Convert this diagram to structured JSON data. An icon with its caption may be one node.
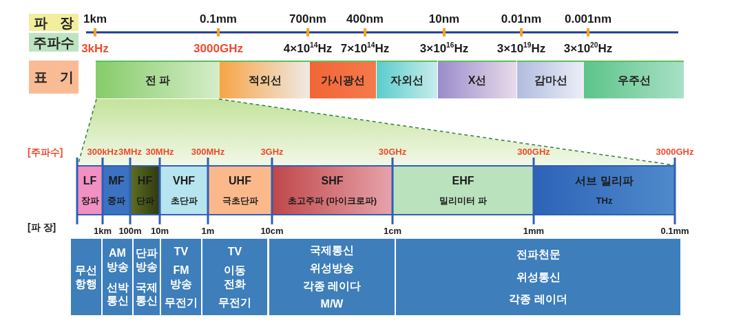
{
  "diagram": {
    "nodes": [
      {
        "text": [
          "파 장"
        ]
      },
      {
        "text": [
          "주파수"
        ]
      },
      {
        "text": [
          "표 기"
        ]
      },
      {
        "text": [
          "전 파"
        ]
      },
      {
        "text": [
          "적외선"
        ]
      },
      {
        "text": [
          "가시광선"
        ]
      },
      {
        "text": [
          "자외선"
        ]
      },
      {
        "text": [
          "X선"
        ]
      },
      {
        "text": [
          "감마선"
        ]
      },
      {
        "text": [
          "우주선"
        ]
      },
      {
        "text": [
          "LF",
          "장파"
        ]
      },
      {
        "text": [
          "MF",
          "중파"
        ]
      },
      {
        "text": [
          "HF",
          "단파"
        ]
      },
      {
        "text": [
          "VHF",
          "초단파"
        ]
      },
      {
        "text": [
          "UHF",
          "극초단파"
        ]
      },
      {
        "text": [
          "SHF",
          "초고주파 (마이크로파)"
        ]
      },
      {
        "text": [
          "EHF",
          "밀리미터 파"
        ]
      },
      {
        "text": [
          "서브 밀리파",
          "THz"
        ]
      },
      {
        "text": [
          "무선 항행"
        ]
      },
      {
        "text": [
          "AM 방송",
          "선박 통신"
        ]
      },
      {
        "text": [
          "단파 방송",
          "국제 통신"
        ]
      },
      {
        "text": [
          "TV",
          "FM 방송",
          "무전기"
        ]
      },
      {
        "text": [
          "TV",
          "이동 전화",
          "무전기"
        ]
      },
      {
        "text": [
          "국제통신",
          "위성방송",
          "각종 레이다",
          "M/W"
        ]
      },
      {
        "text": [
          "전파천문",
          "위성통신",
          "각종 레이더"
        ]
      }
    ],
    "edges": [
      {
        "from": 3,
        "to": 10,
        "arrow": "none",
        "style": "dashed"
      },
      {
        "from": 3,
        "to": 17,
        "arrow": "none",
        "style": "dashed"
      }
    ],
    "labels": [
      "1km",
      "0.1mm",
      "700nm",
      "400nm",
      "10nm",
      "0.01nm",
      "0.001nm",
      "3kHz",
      "3000GHz",
      "4×10$^{14}$Hz",
      "7×10$^{14}$Hz",
      "3×10$^{16}$Hz",
      "3×10$^{19}$Hz",
      "3×10$^{20}$Hz",
      "[주파수]",
      "300kHz",
      "3MHz",
      "30MHz",
      "300MHz",
      "3GHz",
      "30GHz",
      "300GHz",
      "3000GHz",
      "[파 장]",
      "1km",
      "100m",
      "10m",
      "1m",
      "10cm",
      "1cm",
      "1mm",
      "0.1mm"
    ]
  }
}
